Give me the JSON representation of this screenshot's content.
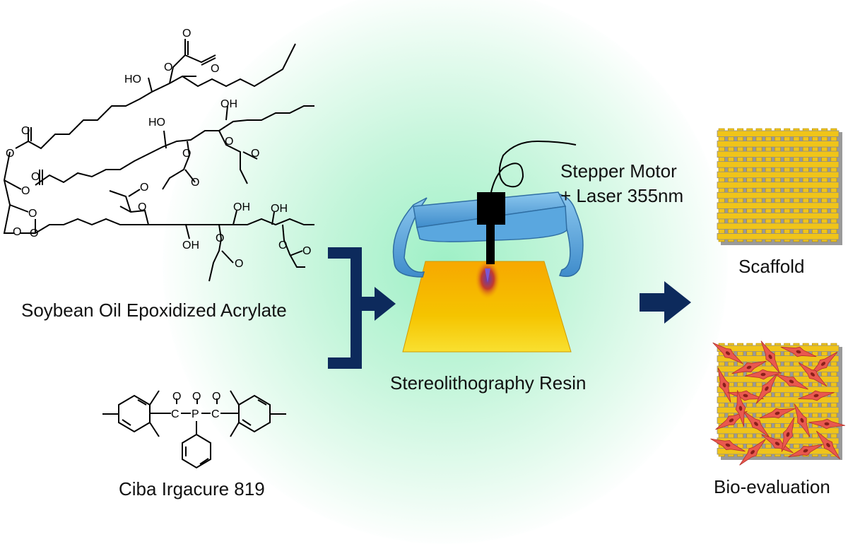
{
  "labels": {
    "soybean": "Soybean Oil Epoxidized Acrylate",
    "irgacure": "Ciba Irgacure 819",
    "resin": "Stereolithography Resin",
    "motor_line1": "Stepper Motor",
    "motor_line2": "+ Laser 355nm",
    "scaffold": "Scaffold",
    "bioeval": "Bio-evaluation"
  },
  "atoms": {
    "ho": "HO",
    "oh": "OH",
    "o": "O",
    "c": "C",
    "p": "P"
  },
  "colors": {
    "arrow": "#0d2a5c",
    "printer_frame": "#4a9fd8",
    "resin": "#f5c400",
    "scaffold": "#f0c419",
    "cells": "#e9584f",
    "glow": "#9ef0c6"
  },
  "icons": {
    "printer": "sla-printer-illustration",
    "scaffold": "lattice-scaffold-icon",
    "bio": "cell-seeded-scaffold-icon"
  }
}
